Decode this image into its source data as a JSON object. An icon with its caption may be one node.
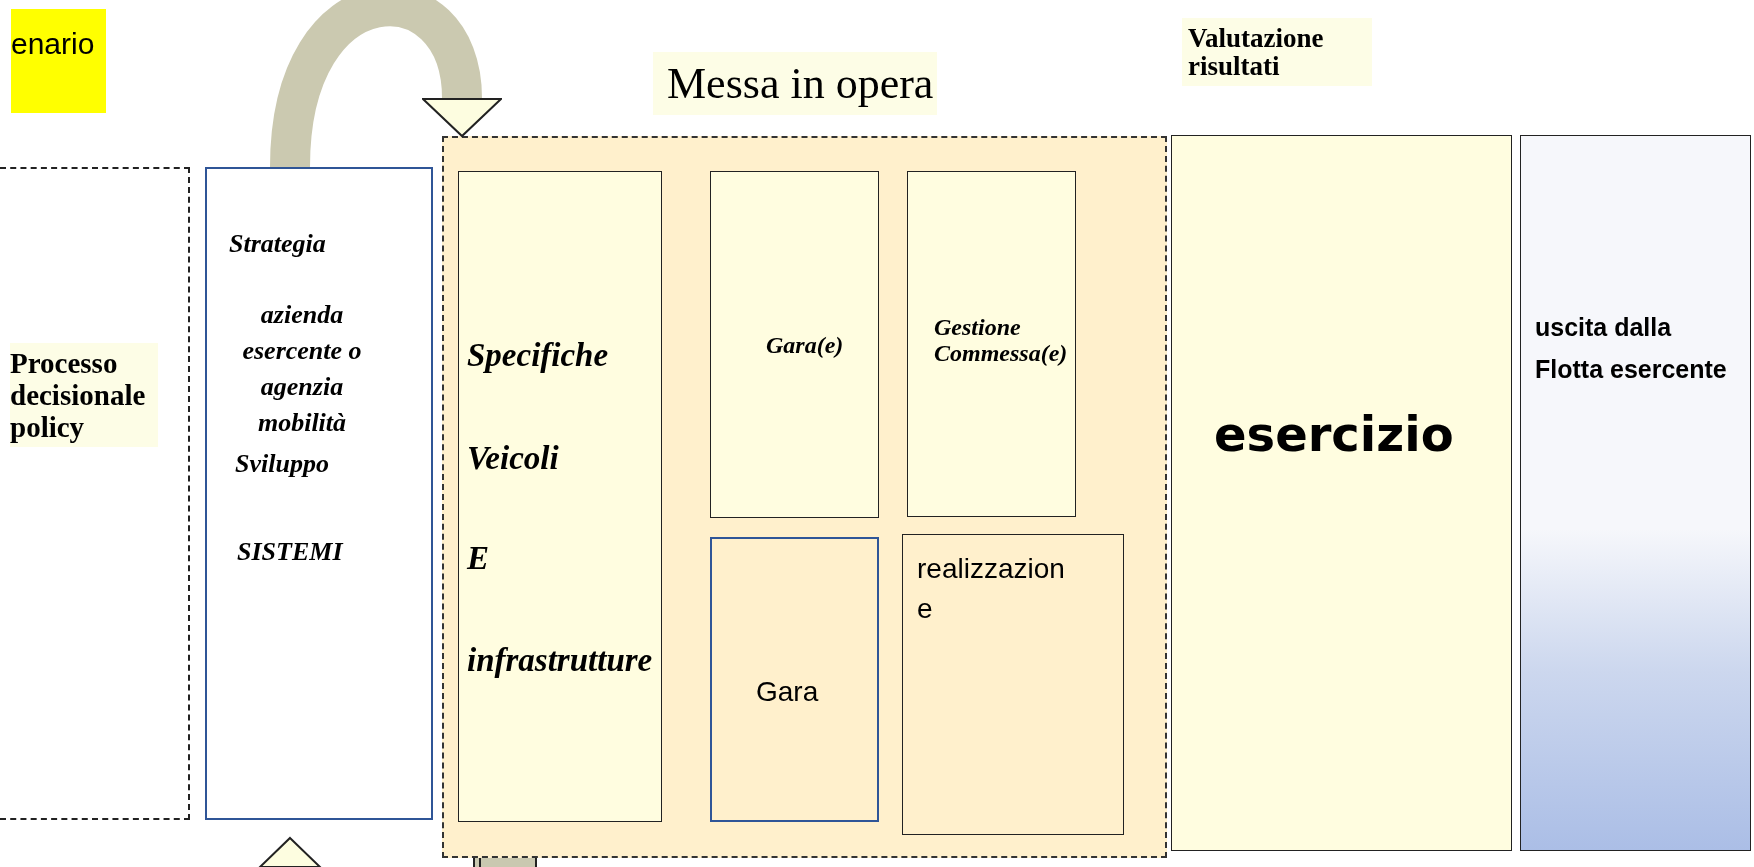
{
  "diagram": {
    "nodes": [
      {
        "text": [
          "enario"
        ]
      },
      {
        "text": [
          "Processo decisionale policy"
        ]
      },
      {
        "text": [
          "Strategia",
          "azienda esercente o agenzia mobilità",
          "Sviluppo",
          "SISTEMI"
        ]
      },
      {
        "text": [
          "Messa in opera"
        ]
      },
      {
        "text": [
          "Specifiche",
          "Veicoli",
          "E",
          "infrastrutture"
        ],
        "in": 3
      },
      {
        "text": [
          "Gara(e)"
        ],
        "in": 3
      },
      {
        "text": [
          "Gestione Commessa(e)"
        ],
        "in": 3
      },
      {
        "text": [
          "Gara"
        ],
        "in": 3
      },
      {
        "text": [
          "realizzazione"
        ],
        "in": 3
      },
      {
        "text": [
          "Valutazione risultati",
          "esercizio"
        ]
      },
      {
        "text": [
          "uscita dalla Flotta esercente"
        ]
      }
    ],
    "edges": [
      {
        "from": 2,
        "to": 3,
        "arrow": "to"
      }
    ]
  }
}
